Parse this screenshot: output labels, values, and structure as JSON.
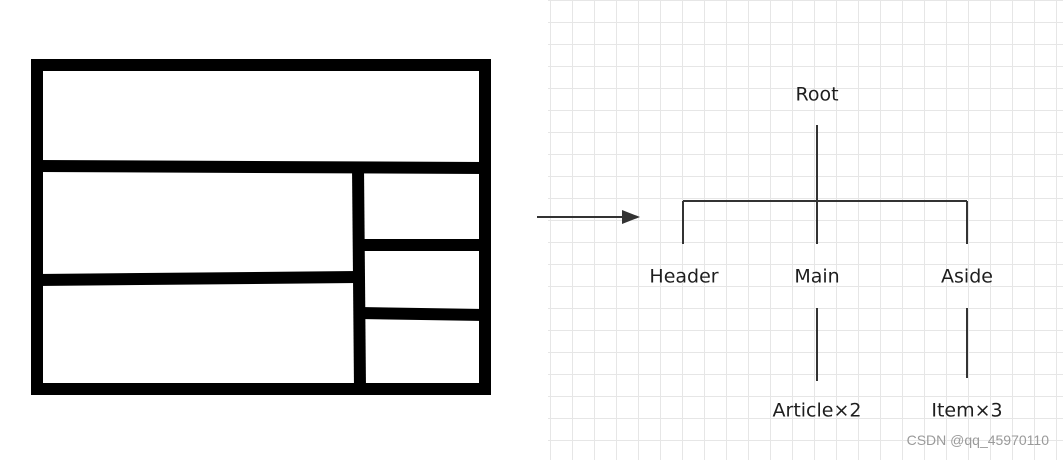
{
  "tree": {
    "root": "Root",
    "children": [
      "Header",
      "Main",
      "Aside"
    ],
    "main_child": "Article×2",
    "aside_child": "Item×3"
  },
  "watermark": "CSDN @qq_45970110"
}
